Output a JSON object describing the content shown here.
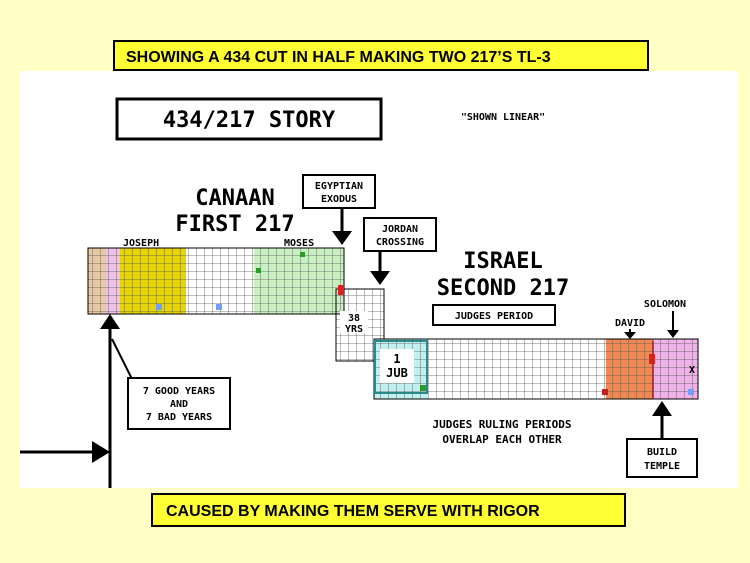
{
  "top_banner": "SHOWING A 434 CUT IN HALF MAKING TWO 217’S   TL-3",
  "bottom_banner": "CAUSED BY MAKING THEM SERVE WITH RIGOR",
  "diagram": {
    "title": "434/217 STORY",
    "subtitle": "\"SHOWN LINEAR\"",
    "canaan_line1": "CANAAN",
    "canaan_line2": "FIRST 217",
    "israel_line1": "ISRAEL",
    "israel_line2": "SECOND 217",
    "egyptian_line1": "EGYPTIAN",
    "egyptian_line2": "EXODUS",
    "jordan_line1": "JORDAN",
    "jordan_line2": "CROSSING",
    "joseph": "JOSEPH",
    "moses": "MOSES",
    "yrs_38_line1": "38",
    "yrs_38_line2": "YRS",
    "jub_line1": "1",
    "jub_line2": "JUB",
    "judges_period": "JUDGES PERIOD",
    "david": "DAVID",
    "solomon": "SOLOMON",
    "good_years_line1": "7 GOOD YEARS",
    "good_years_line2": "AND",
    "good_years_line3": "7 BAD YEARS",
    "judges_ruling_line1": "JUDGES RULING PERIODS",
    "judges_ruling_line2": "OVERLAP EACH OTHER",
    "build_temple_line1": "BUILD",
    "build_temple_line2": "TEMPLE",
    "x_mark": "X"
  },
  "colors": {
    "background": "#ffffc6",
    "banner": "#ffff33",
    "joseph_block": "#e8d400",
    "moses_block": "#c8f0c0",
    "tan_block": "#e8c8a0",
    "pink_block": "#f0c0e8",
    "david_block": "#f08850",
    "solomon_block": "#f0b0e8",
    "jub_block": "#c0f0f0"
  }
}
